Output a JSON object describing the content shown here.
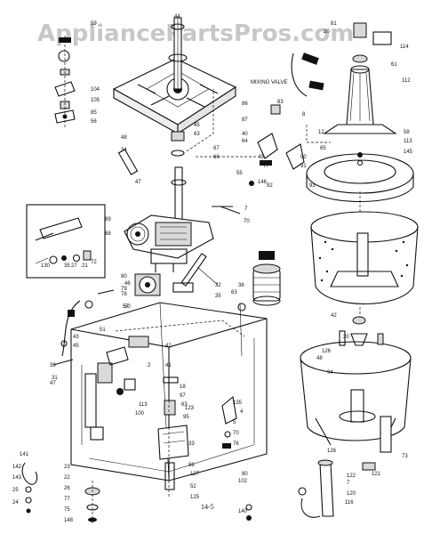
{
  "watermark": "AppliancePartsPros.com",
  "note_label": "MIXING VALVE",
  "page_number": "14-5",
  "part_callouts": [
    "44",
    "81",
    "20",
    "59",
    "104",
    "105",
    "85",
    "56",
    "48",
    "34",
    "45",
    "63",
    "86",
    "87",
    "66",
    "67",
    "47",
    "64",
    "12",
    "40",
    "65",
    "49",
    "77",
    "90",
    "91",
    "93",
    "92",
    "55",
    "8",
    "83",
    "58",
    "113",
    "145",
    "146",
    "7",
    "70",
    "89",
    "68",
    "63",
    "38",
    "130",
    "35",
    "27",
    "21",
    "72",
    "35",
    "32",
    "78",
    "79",
    "80",
    "57",
    "46",
    "50",
    "43",
    "45",
    "39",
    "31",
    "47",
    "51",
    "42",
    "2",
    "41",
    "42",
    "20",
    "126",
    "48",
    "94",
    "18",
    "97",
    "63",
    "123",
    "95",
    "113",
    "100",
    "33",
    "86",
    "127",
    "52",
    "125",
    "126",
    "122",
    "7",
    "120",
    "116",
    "73",
    "121",
    "135",
    "4",
    "5",
    "70",
    "76",
    "80",
    "102",
    "140",
    "141",
    "142",
    "143",
    "25",
    "24",
    "23",
    "22",
    "26",
    "77",
    "75",
    "148",
    "112",
    "114",
    "61"
  ]
}
